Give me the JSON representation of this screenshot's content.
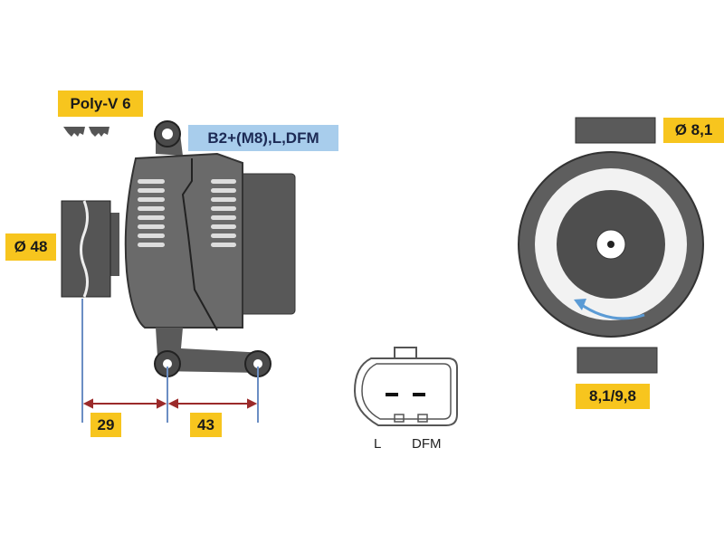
{
  "labels": {
    "belt": "Poly-V 6",
    "terminals": "B2+(M8),L,DFM",
    "pulley_diameter": "Ø 48",
    "dim_left": "29",
    "dim_right": "43",
    "hole_diameter": "Ø 8,1",
    "slot_size": "8,1/9,8"
  },
  "connector": {
    "pin_left": "L",
    "pin_right": "DFM"
  },
  "colors": {
    "label_yellow": "#f7c51e",
    "label_blue": "#a8cdec",
    "body": "#5a5a5a",
    "dimension": "#9b2a2a",
    "rotation_arrow": "#5b9bd5"
  }
}
